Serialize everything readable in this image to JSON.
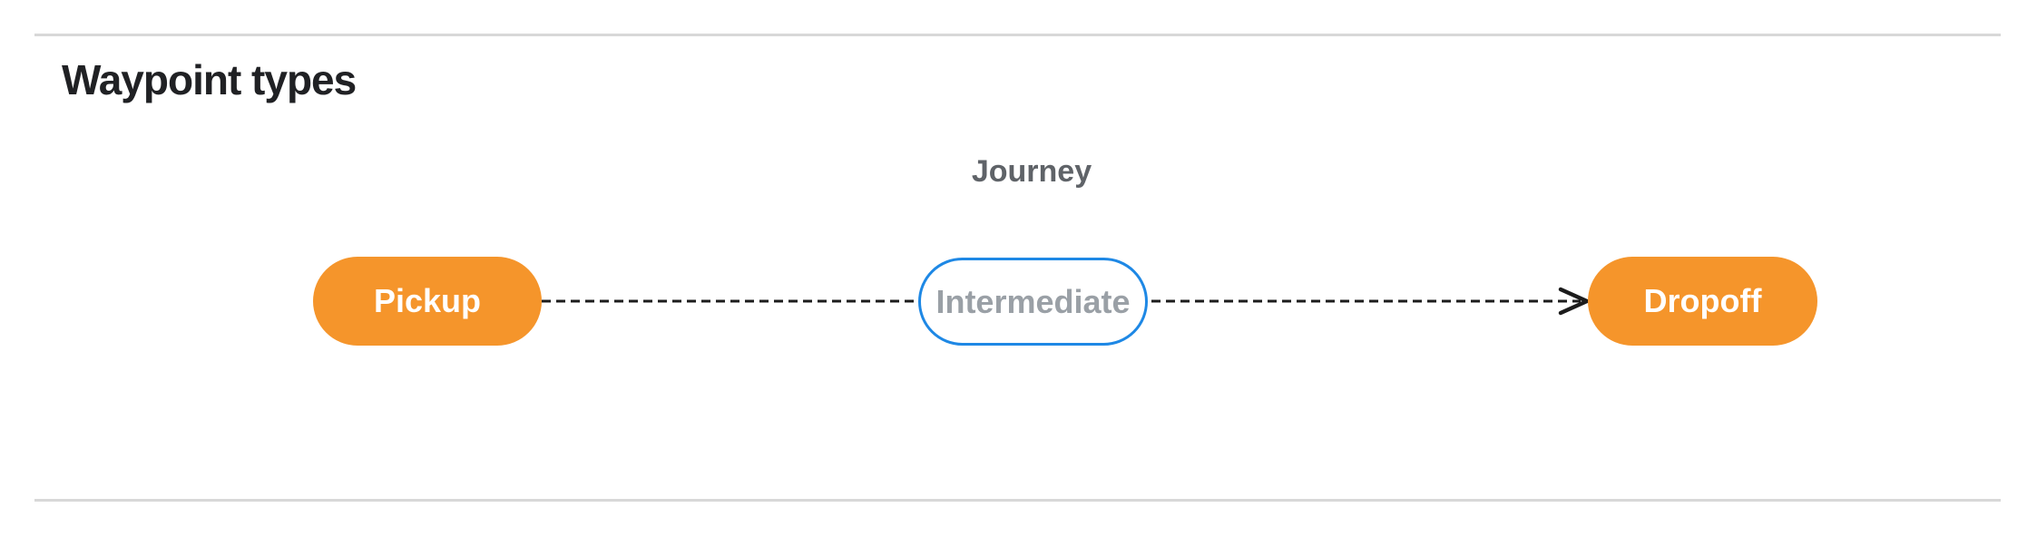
{
  "section": {
    "title": "Waypoint types"
  },
  "diagram": {
    "title": "Journey",
    "nodes": [
      {
        "id": "pickup",
        "label": "Pickup",
        "style": "filled-orange-pill"
      },
      {
        "id": "intermediate",
        "label": "Intermediate",
        "style": "outlined-blue-pill"
      },
      {
        "id": "dropoff",
        "label": "Dropoff",
        "style": "filled-orange-pill"
      }
    ],
    "connector": {
      "style": "dashed-arrow",
      "direction": "left-to-right",
      "from": "pickup",
      "through": "intermediate",
      "to": "dropoff"
    },
    "colors": {
      "terminal_fill": "#F5952B",
      "terminal_text": "#FFFFFF",
      "intermediate_border": "#1E88E5",
      "intermediate_text": "#9AA0A6",
      "journey_label_text": "#5F6368",
      "heading_text": "#202124",
      "connector_stroke": "#1C1C1C",
      "divider": "#D8D8D8",
      "background": "#FFFFFF"
    }
  }
}
